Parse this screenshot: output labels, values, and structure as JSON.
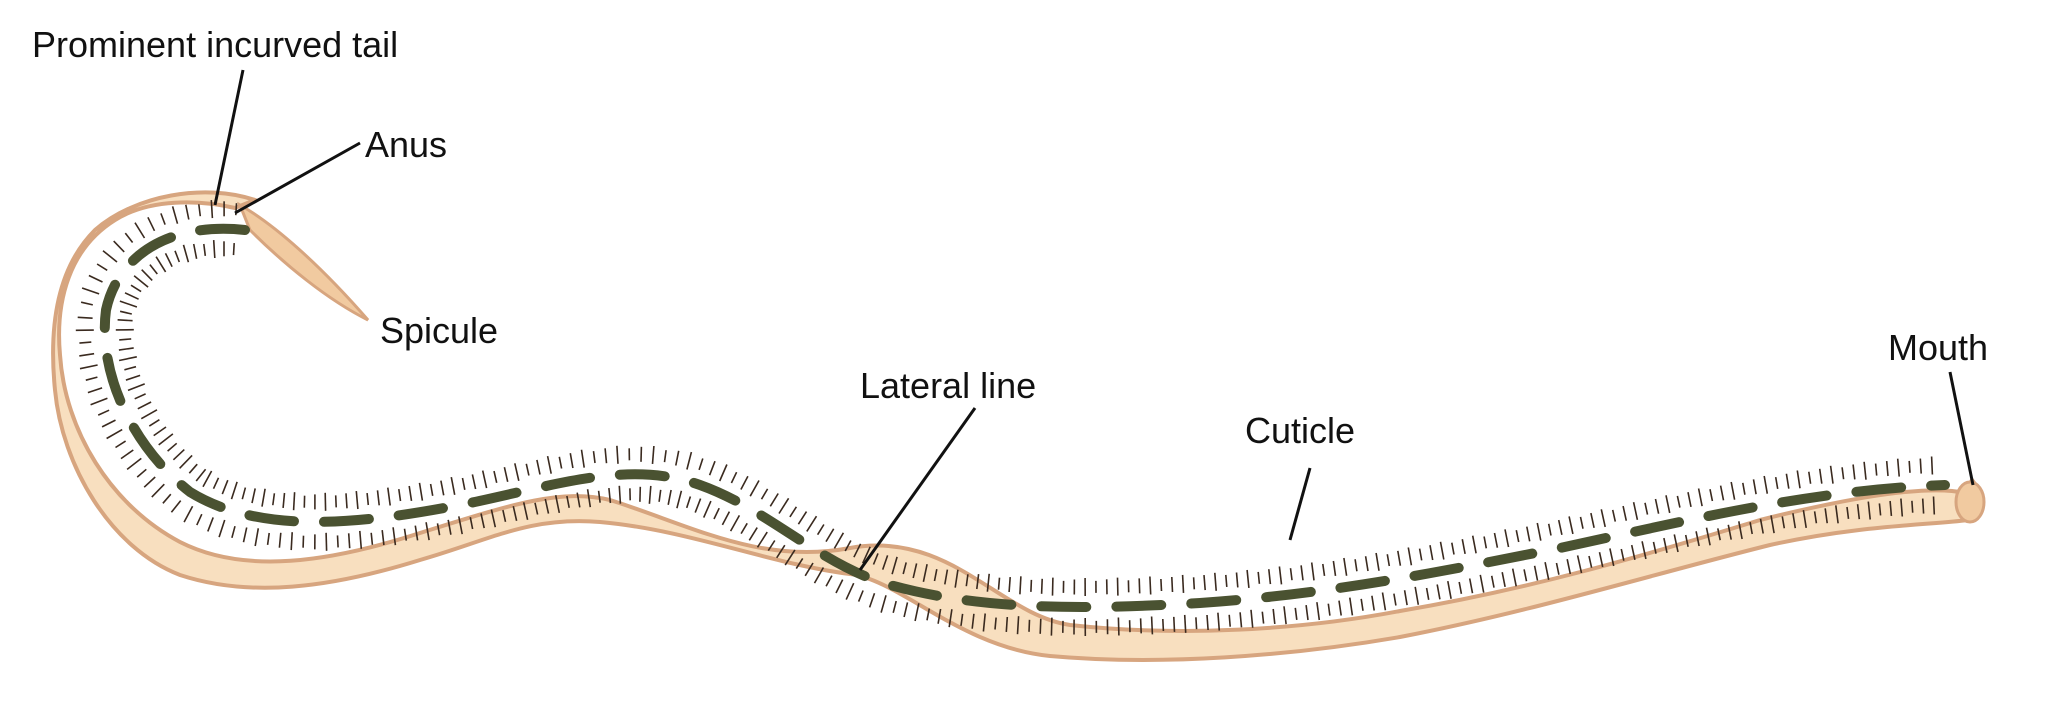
{
  "labels": {
    "tail": "Prominent incurved tail",
    "anus": "Anus",
    "spicule": "Spicule",
    "lateral_line": "Lateral line",
    "cuticle": "Cuticle",
    "mouth": "Mouth"
  },
  "colors": {
    "body_fill": "#f8dfbf",
    "body_outline": "#d7a57f",
    "striation": "#3a2a1f",
    "lateral_line": "#4a5231",
    "spicule_fill": "#f1caa0",
    "leader_line": "#111111"
  }
}
